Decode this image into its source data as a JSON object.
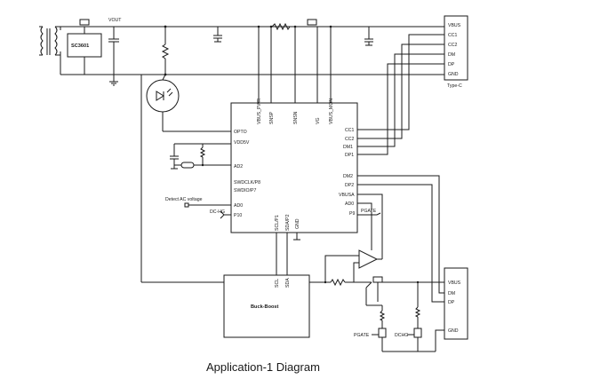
{
  "caption": "Application-1 Diagram",
  "labels": {
    "vout": "VOUT",
    "sc_chip": "SC3601",
    "detect": "Detect AC voltage",
    "buck_boost": "Buck-Boost",
    "type_c": "Type-C",
    "pgate": "PGATE",
    "dchg": "DCHG",
    "dchg_ic": "DC-HG",
    "pgate_ic": "PGATE"
  },
  "connector_top": [
    "VBUS",
    "CC1",
    "CC2",
    "DM",
    "DP",
    "GND"
  ],
  "connector_bottom": [
    "VBUS",
    "DM",
    "DP",
    "GND"
  ],
  "ic_pins": {
    "top": [
      "VBUS_PWR",
      "SNSP",
      "SNSN",
      "VG",
      "VBUS_MON"
    ],
    "left": [
      "OPTO",
      "VDD5V",
      "AD2",
      "SWDCLK/P8",
      "SWDIO/P7",
      "AD0",
      "P10"
    ],
    "right": [
      "CC1",
      "CC2",
      "DM1",
      "DP1",
      "DM2",
      "DP2",
      "VBUSA",
      "AD0",
      "P9"
    ],
    "bottom": [
      "SCL/P1",
      "SDA/P2",
      "GND"
    ]
  },
  "buck_pins": [
    "SCL",
    "SDA"
  ]
}
